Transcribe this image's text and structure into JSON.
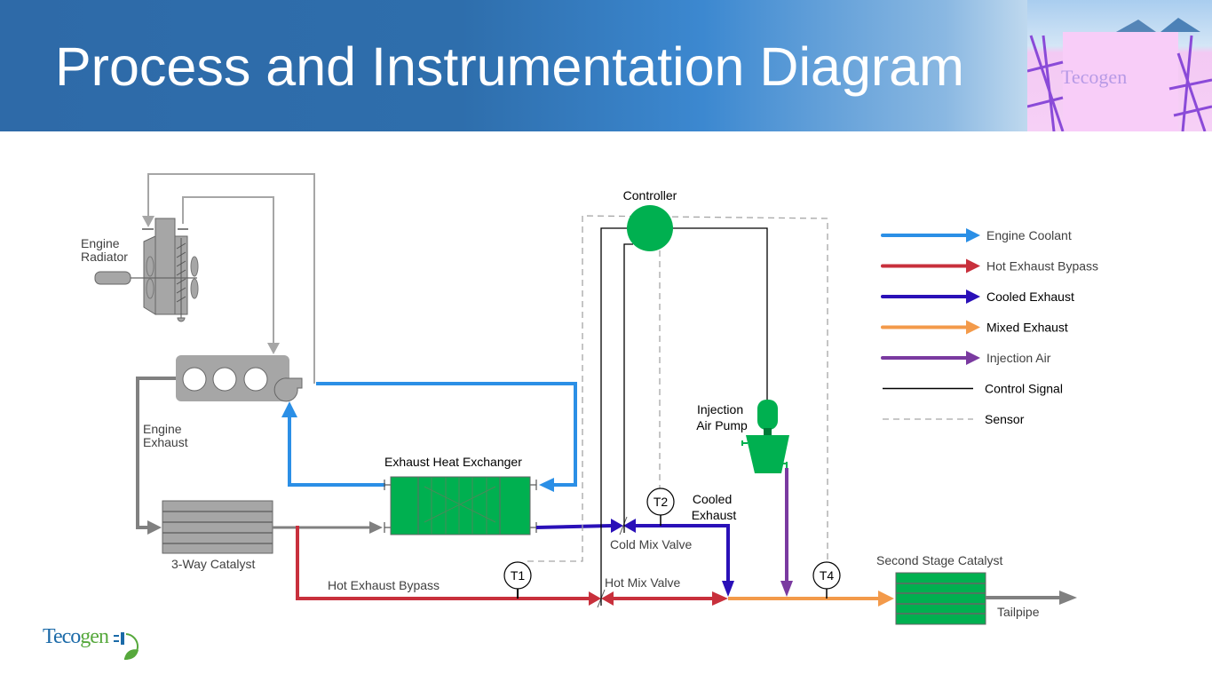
{
  "header": {
    "title": "Process and Instrumentation Diagram",
    "photo_brand": "Tecogen"
  },
  "colors": {
    "engine_coolant": "#2b8fe6",
    "hot_exhaust_bypass": "#c8303c",
    "cooled_exhaust": "#2a10b8",
    "mixed_exhaust": "#f39a4a",
    "injection_air": "#7a3aa0",
    "control_signal": "#000000",
    "sensor": "#a6a6a6",
    "equipment_gray": "#a6a6a6",
    "equipment_green": "#00b050"
  },
  "components": {
    "engine_radiator": [
      "Engine",
      "Radiator"
    ],
    "engine_exhaust": [
      "Engine",
      "Exhaust"
    ],
    "three_way_catalyst": "3-Way Catalyst",
    "exhaust_heat_exchanger": "Exhaust Heat Exchanger",
    "controller": "Controller",
    "injection_air_pump": [
      "Injection",
      "Air Pump"
    ],
    "cooled_exhaust": [
      "Cooled",
      "Exhaust"
    ],
    "cold_mix_valve": "Cold Mix Valve",
    "hot_mix_valve": "Hot Mix Valve",
    "hot_exhaust_bypass": "Hot Exhaust Bypass",
    "second_stage_catalyst": "Second Stage Catalyst",
    "tailpipe": "Tailpipe"
  },
  "sensors": [
    "T1",
    "T2",
    "T4"
  ],
  "legend": [
    {
      "label": "Engine Coolant",
      "style": "arrow",
      "color": "#2b8fe6"
    },
    {
      "label": "Hot Exhaust Bypass",
      "style": "arrow",
      "color": "#c8303c"
    },
    {
      "label": "Cooled Exhaust",
      "style": "arrow",
      "color": "#2a10b8"
    },
    {
      "label": "Mixed Exhaust",
      "style": "arrow",
      "color": "#f39a4a"
    },
    {
      "label": "Injection Air",
      "style": "arrow",
      "color": "#7a3aa0"
    },
    {
      "label": "Control Signal",
      "style": "solid",
      "color": "#000000"
    },
    {
      "label": "Sensor",
      "style": "dashed",
      "color": "#a6a6a6"
    }
  ],
  "footer": {
    "logo_part1": "Teco",
    "logo_part2": "gen"
  }
}
